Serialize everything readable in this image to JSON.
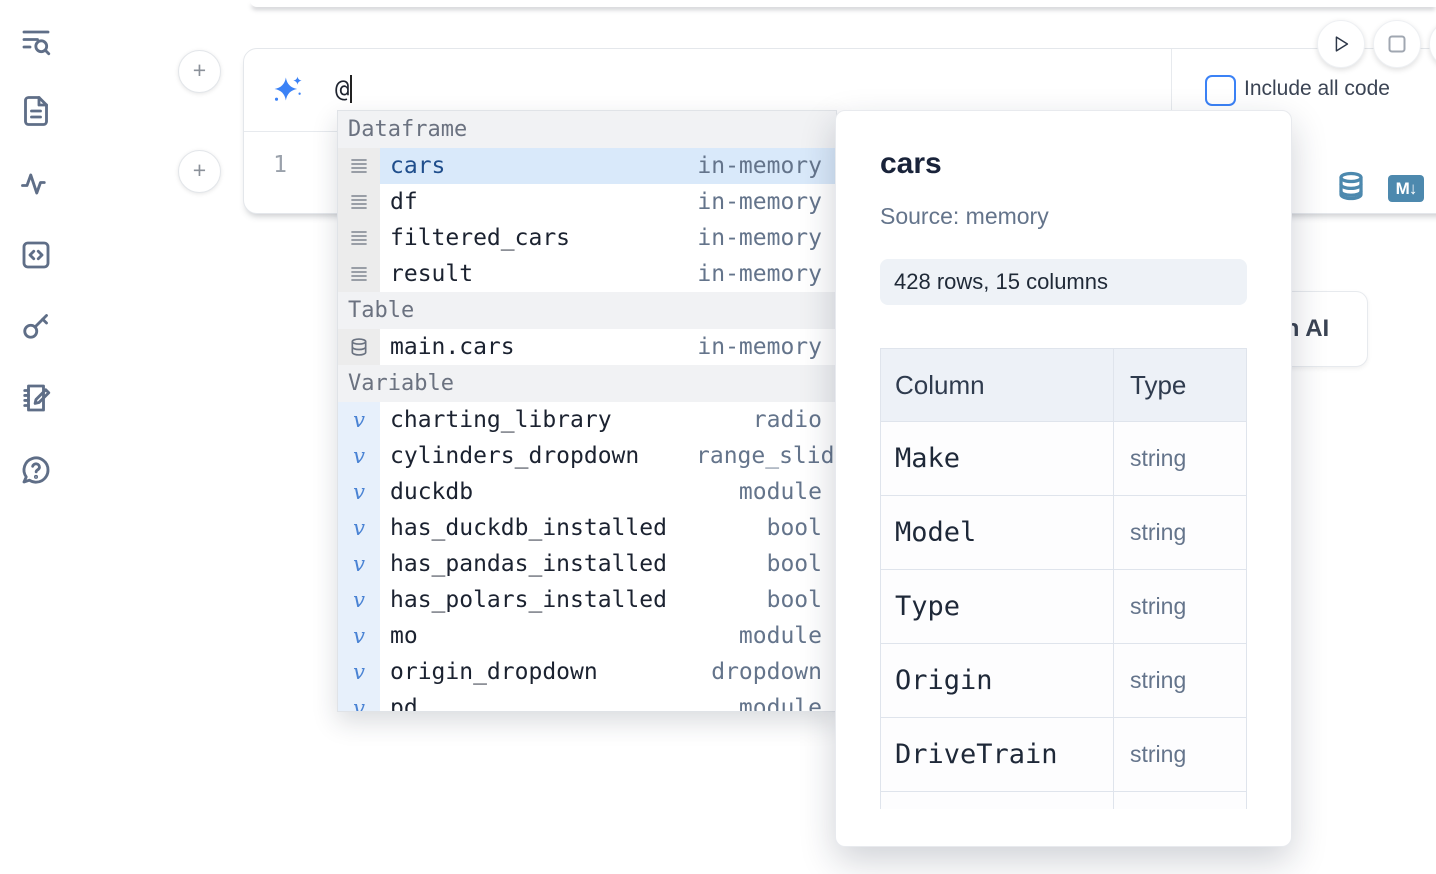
{
  "sidebar": {
    "items": [
      {
        "icon": "table-of-contents-search-icon"
      },
      {
        "icon": "file-document-icon"
      },
      {
        "icon": "activity-pulse-icon"
      },
      {
        "icon": "code-snippets-icon"
      },
      {
        "icon": "key-secrets-icon"
      },
      {
        "icon": "scratchpad-notebook-icon"
      },
      {
        "icon": "help-chat-icon"
      }
    ]
  },
  "ai_prompt": {
    "value": "@",
    "include_all_code_label": "Include all code"
  },
  "cell": {
    "line_number": "1",
    "markdown_badge": "M↓"
  },
  "ai_button_fragment": "h AI",
  "completion": {
    "sections": [
      {
        "label": "Dataframe",
        "items": [
          {
            "name": "cars",
            "type": "in-memory",
            "selected": true
          },
          {
            "name": "df",
            "type": "in-memory"
          },
          {
            "name": "filtered_cars",
            "type": "in-memory"
          },
          {
            "name": "result",
            "type": "in-memory"
          }
        ]
      },
      {
        "label": "Table",
        "items": [
          {
            "name": "main.cars",
            "type": "in-memory"
          }
        ]
      },
      {
        "label": "Variable",
        "items": [
          {
            "name": "charting_library",
            "type": "radio"
          },
          {
            "name": "cylinders_dropdown",
            "type": "range_slider"
          },
          {
            "name": "duckdb",
            "type": "module"
          },
          {
            "name": "has_duckdb_installed",
            "type": "bool"
          },
          {
            "name": "has_pandas_installed",
            "type": "bool"
          },
          {
            "name": "has_polars_installed",
            "type": "bool"
          },
          {
            "name": "mo",
            "type": "module"
          },
          {
            "name": "origin_dropdown",
            "type": "dropdown"
          },
          {
            "name": "pd",
            "type": "module"
          }
        ]
      }
    ]
  },
  "preview": {
    "title": "cars",
    "source": "Source: memory",
    "shape": "428 rows, 15 columns",
    "table": {
      "headers": [
        "Column",
        "Type"
      ],
      "rows": [
        {
          "column": "Make",
          "type": "string"
        },
        {
          "column": "Model",
          "type": "string"
        },
        {
          "column": "Type",
          "type": "string"
        },
        {
          "column": "Origin",
          "type": "string"
        },
        {
          "column": "DriveTrain",
          "type": "string"
        }
      ]
    }
  },
  "colors": {
    "accent_blue": "#3b82f6",
    "selection_blue": "#d9e9fa",
    "steel_blue_icon": "#4d89ae",
    "muted_text": "#64748b"
  }
}
